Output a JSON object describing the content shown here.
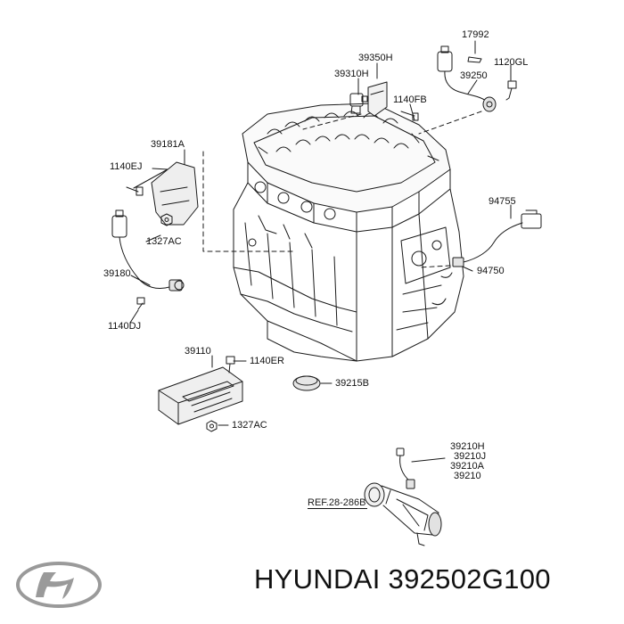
{
  "labels": {
    "p17992": "17992",
    "p39350h": "39350H",
    "p1120gl": "1120GL",
    "p39310h": "39310H",
    "p39250": "39250",
    "p1140fb": "1140FB",
    "p39181a": "39181A",
    "p1140ej": "1140EJ",
    "p1327ac_top": "1327AC",
    "p39180": "39180",
    "p1140dj": "1140DJ",
    "p94755": "94755",
    "p94750": "94750",
    "p39110": "39110",
    "p1140er": "1140ER",
    "p39215b": "39215B",
    "p1327ac_bottom": "1327AC",
    "p39210h": "39210H",
    "p39210j": "39210J",
    "p39210a": "39210A",
    "p39210": "39210",
    "ref": "REF.28-286B"
  },
  "footer": {
    "caption": "HYUNDAI 392502G100"
  },
  "icons": {
    "brand_logo": "hyundai-logo-icon"
  },
  "colors": {
    "line": "#1a1a1a",
    "shade": "#cfcfcf"
  }
}
